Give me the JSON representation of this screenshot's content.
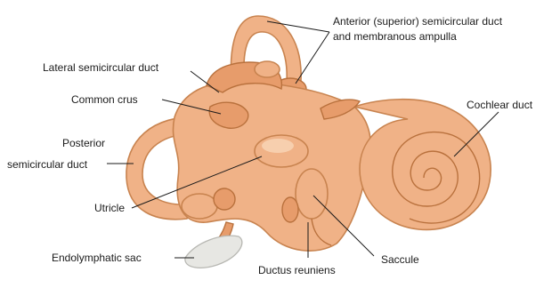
{
  "labels": {
    "anterior_line1": "Anterior (superior) semicircular duct",
    "anterior_line2": "and membranous ampulla",
    "lateral": "Lateral semicircular duct",
    "common_crus": "Common crus",
    "cochlear": "Cochlear duct",
    "posterior_line1": "Posterior",
    "posterior_line2": "semicircular duct",
    "utricle": "Utricle",
    "endolymphatic": "Endolymphatic sac",
    "ductus": "Ductus reuniens",
    "saccule": "Saccule"
  },
  "colors": {
    "tissue": "#f0b287",
    "tissue_shadow": "#e79c6b",
    "outline": "#b9713d",
    "sac": "#e7e7e3",
    "text": "#1a1a1a"
  }
}
